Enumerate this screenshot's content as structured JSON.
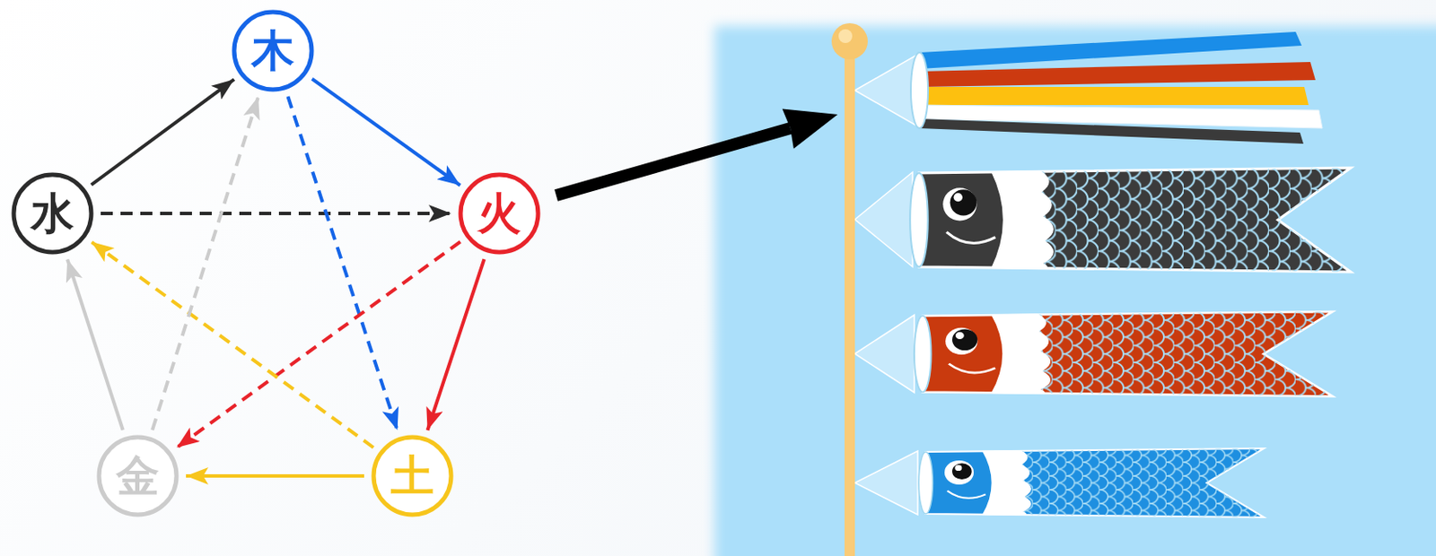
{
  "diagram": {
    "nodes": [
      {
        "text": [
          "木"
        ]
      },
      {
        "text": [
          "水"
        ]
      },
      {
        "text": [
          "火"
        ]
      },
      {
        "text": [
          "金"
        ]
      },
      {
        "text": [
          "土"
        ]
      }
    ],
    "edges": [
      {
        "from": 1,
        "to": 0,
        "arrow": "to"
      },
      {
        "from": 0,
        "to": 2,
        "arrow": "to"
      },
      {
        "from": 2,
        "to": 4,
        "arrow": "to"
      },
      {
        "from": 4,
        "to": 3,
        "arrow": "to"
      },
      {
        "from": 3,
        "to": 1,
        "arrow": "to"
      },
      {
        "from": 1,
        "to": 2,
        "arrow": "to"
      },
      {
        "from": 0,
        "to": 4,
        "arrow": "to"
      },
      {
        "from": 2,
        "to": 3,
        "arrow": "to"
      },
      {
        "from": 4,
        "to": 1,
        "arrow": "to"
      },
      {
        "from": 3,
        "to": 0,
        "arrow": "to"
      }
    ]
  }
}
